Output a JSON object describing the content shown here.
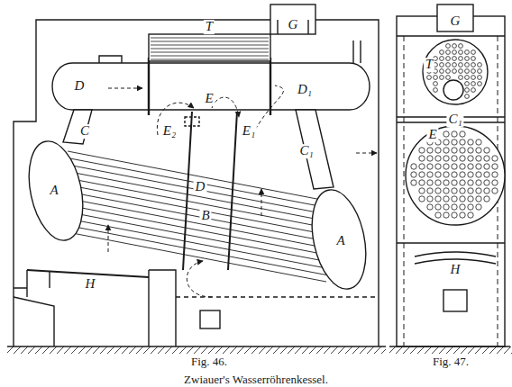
{
  "diagram": {
    "caption": "Zwiauer's Wasserröhrenkessel.",
    "labels": [
      "T",
      "G",
      "D",
      "E",
      "D₁",
      "E₂",
      "E₁",
      "C",
      "C₁",
      "D",
      "B",
      "A",
      "A",
      "H",
      "G",
      "T",
      "E",
      "C₁",
      "H",
      "Fig. 46.",
      "Fig. 47."
    ]
  }
}
